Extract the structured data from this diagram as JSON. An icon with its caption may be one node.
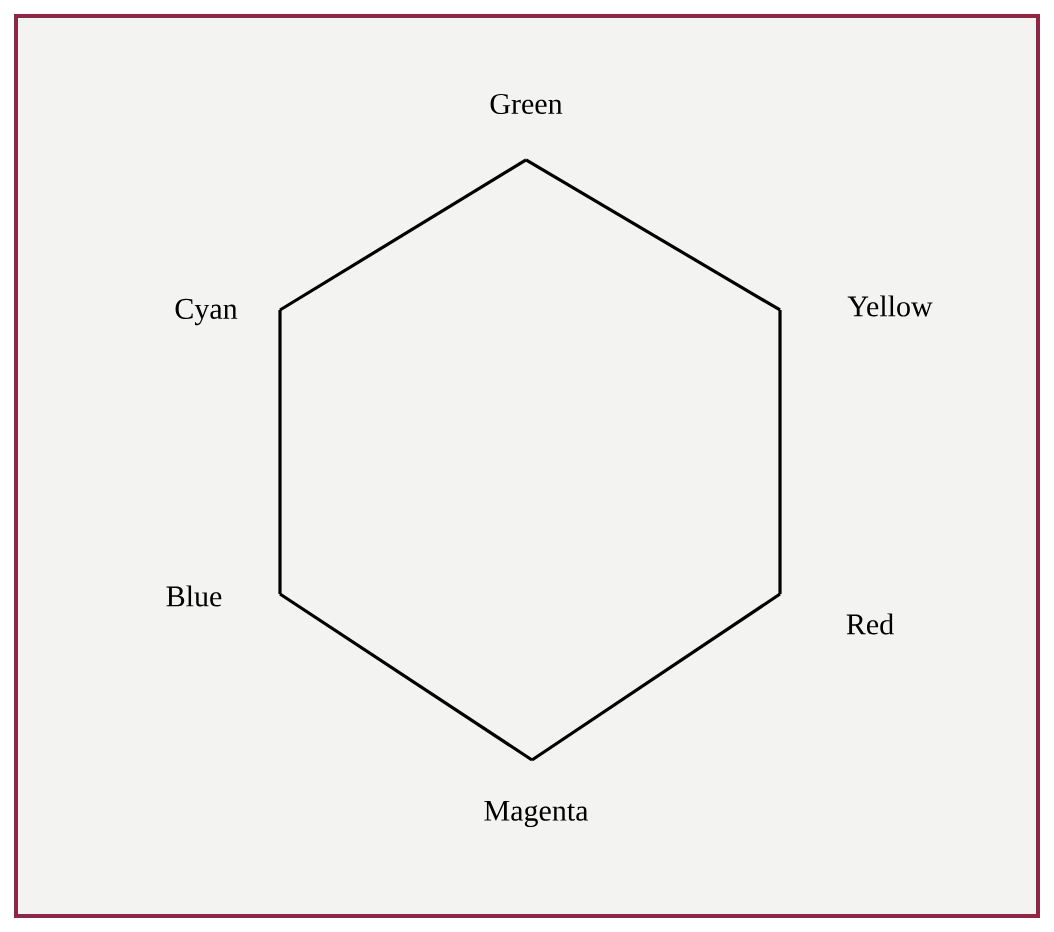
{
  "diagram": {
    "nodes": [
      {
        "text": [
          "Green"
        ]
      },
      {
        "text": [
          "Yellow"
        ]
      },
      {
        "text": [
          "Red"
        ]
      },
      {
        "text": [
          "Magenta"
        ]
      },
      {
        "text": [
          "Blue"
        ]
      },
      {
        "text": [
          "Cyan"
        ]
      }
    ],
    "edges": [
      {
        "from": 0,
        "to": 1,
        "arrow": "none"
      },
      {
        "from": 1,
        "to": 2,
        "arrow": "none"
      },
      {
        "from": 2,
        "to": 3,
        "arrow": "none"
      },
      {
        "from": 3,
        "to": 4,
        "arrow": "none"
      },
      {
        "from": 4,
        "to": 5,
        "arrow": "none"
      },
      {
        "from": 5,
        "to": 0,
        "arrow": "none"
      }
    ]
  }
}
